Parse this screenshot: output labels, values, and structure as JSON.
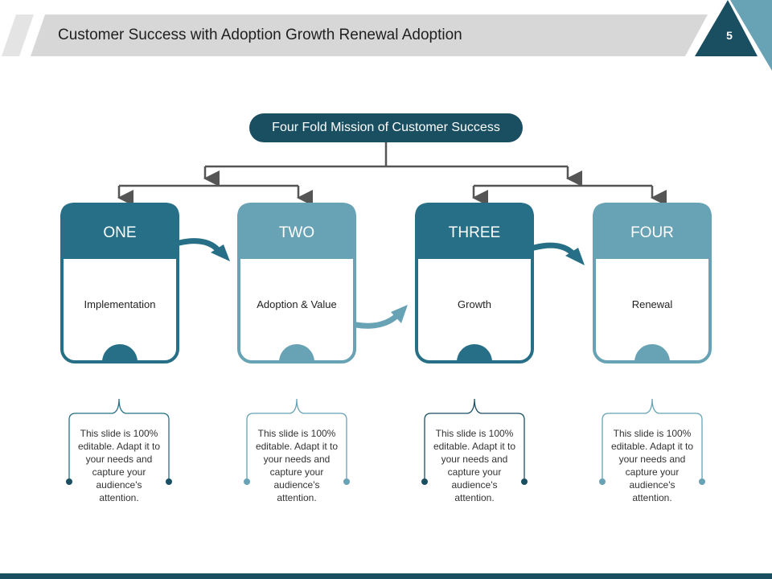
{
  "slide": {
    "title": "Customer Success with Adoption Growth Renewal Adoption",
    "page_number": "5"
  },
  "mission": {
    "label": "Four Fold Mission of Customer Success"
  },
  "colors": {
    "dark": "#266f87",
    "light": "#68a2b5",
    "navy": "#1a4f62",
    "connector": "#555555"
  },
  "cards": [
    {
      "label": "ONE",
      "text": "Implementation",
      "shade": "dark"
    },
    {
      "label": "TWO",
      "text": "Adoption & Value",
      "shade": "light"
    },
    {
      "label": "THREE",
      "text": "Growth",
      "shade": "dark"
    },
    {
      "label": "FOUR",
      "text": "Renewal",
      "shade": "light"
    }
  ],
  "notes": [
    {
      "text": "This slide is 100% editable. Adapt it to your needs and capture your audience's attention."
    },
    {
      "text": "This slide is 100% editable. Adapt it to your needs and capture your audience's attention."
    },
    {
      "text": "This slide is 100% editable. Adapt it to your needs and capture your audience's attention."
    },
    {
      "text": "This slide is 100% editable. Adapt it to your needs and capture your audience's attention."
    }
  ]
}
